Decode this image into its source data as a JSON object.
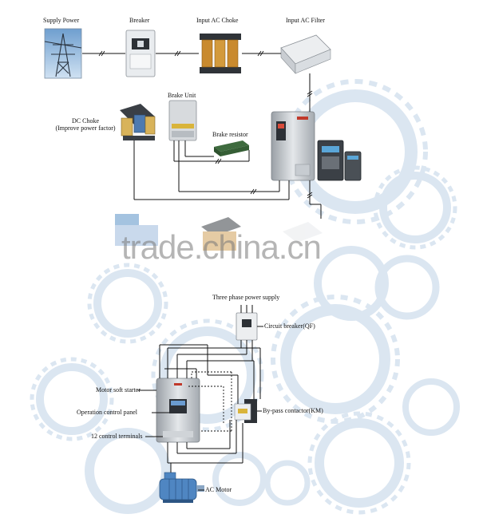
{
  "top": {
    "supply_power": "Supply  Power",
    "breaker": "Breaker",
    "input_ac_choke": "Input AC Choke",
    "input_ac_filter": "Input AC Filter",
    "dc_choke_line1": "DC Choke",
    "dc_choke_line2": "(Improve power factor)",
    "brake_unit": "Brake Unit",
    "brake_resistor": "Brake resistor"
  },
  "bottom": {
    "three_phase": "Three phase power supply",
    "circuit_breaker": "Circuit breaker(QF)",
    "motor_soft_starter": "Motor soft starter",
    "operation_panel": "Operation control panel",
    "control_terminals": "12 control terminals",
    "bypass_contactor": "By-pass contactor(KM)",
    "ac_motor": "AC Motor"
  },
  "watermark": "trade.china.cn",
  "colors": {
    "gear": "#dfe9f3",
    "wire": "#111111",
    "device": "#c9cdd2",
    "choke_coil": "#c98a2e"
  }
}
